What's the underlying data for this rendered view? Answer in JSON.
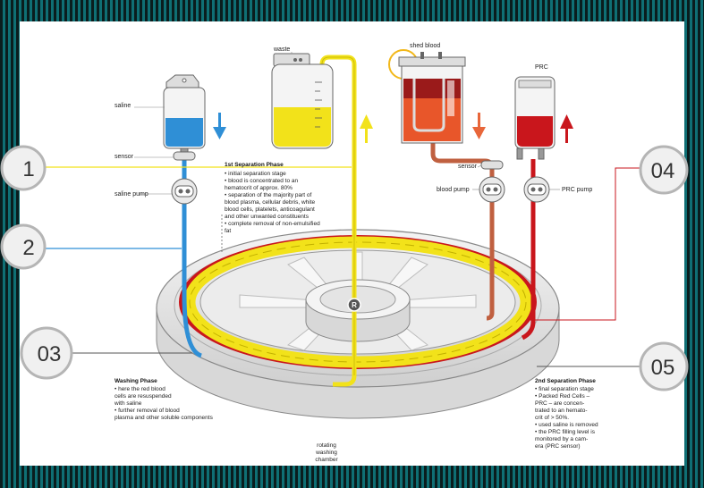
{
  "labels": {
    "saline": "saline",
    "sensor_left": "sensor",
    "saline_pump": "saline pump",
    "waste": "waste",
    "shed_blood": "shed blood",
    "prc": "PRC",
    "sensor_right": "sensor",
    "blood_pump": "blood pump",
    "prc_pump": "PRC pump",
    "rotating_chamber": [
      "rotating",
      "washing",
      "chamber"
    ],
    "r_marker": "R"
  },
  "markers": [
    "1",
    "2",
    "03",
    "04",
    "05"
  ],
  "phases": {
    "first": {
      "title": "1st Separation Phase",
      "lines": [
        "• initial separation stage",
        "• blood is concentrated to an",
        "  hematocrit of approx. 80%",
        "• separation of the majority part of",
        "  blood plasma, cellular debris, white",
        "  blood cells, platelets, anticoagulant",
        "  and other unwanted constituents",
        "• complete removal of non-emulsified",
        "  fat"
      ]
    },
    "washing": {
      "title": "Washing Phase",
      "lines": [
        "• here the red blood",
        "  cells are resuspended",
        "  with saline",
        "• further removal of blood",
        "  plasma and other soluble components"
      ]
    },
    "second": {
      "title": "2nd Separation Phase",
      "lines": [
        "• final separation stage",
        "• Packed Red Cells –",
        "  PRC – are concen-",
        "  trated to an hemato-",
        "  crit of > 50%.",
        "• used saline is removed",
        "• the PRC filling level is",
        "  monitored by a cam-",
        "  era (PRC sensor)"
      ]
    }
  },
  "colors": {
    "frame": "#0f6f74",
    "saline_blue": "#2f8fd6",
    "waste_yellow": "#f2e21a",
    "blood_red": "#c9161c",
    "shed_orange": "#e8562a",
    "arrow_blue": "#2f8fd6",
    "arrow_yellow": "#f2e21a",
    "arrow_orange": "#e8663a",
    "arrow_red": "#c9161c"
  },
  "icons": [
    "bag-icon",
    "arrow-down-icon",
    "arrow-up-icon",
    "pump-icon",
    "sensor-icon"
  ]
}
